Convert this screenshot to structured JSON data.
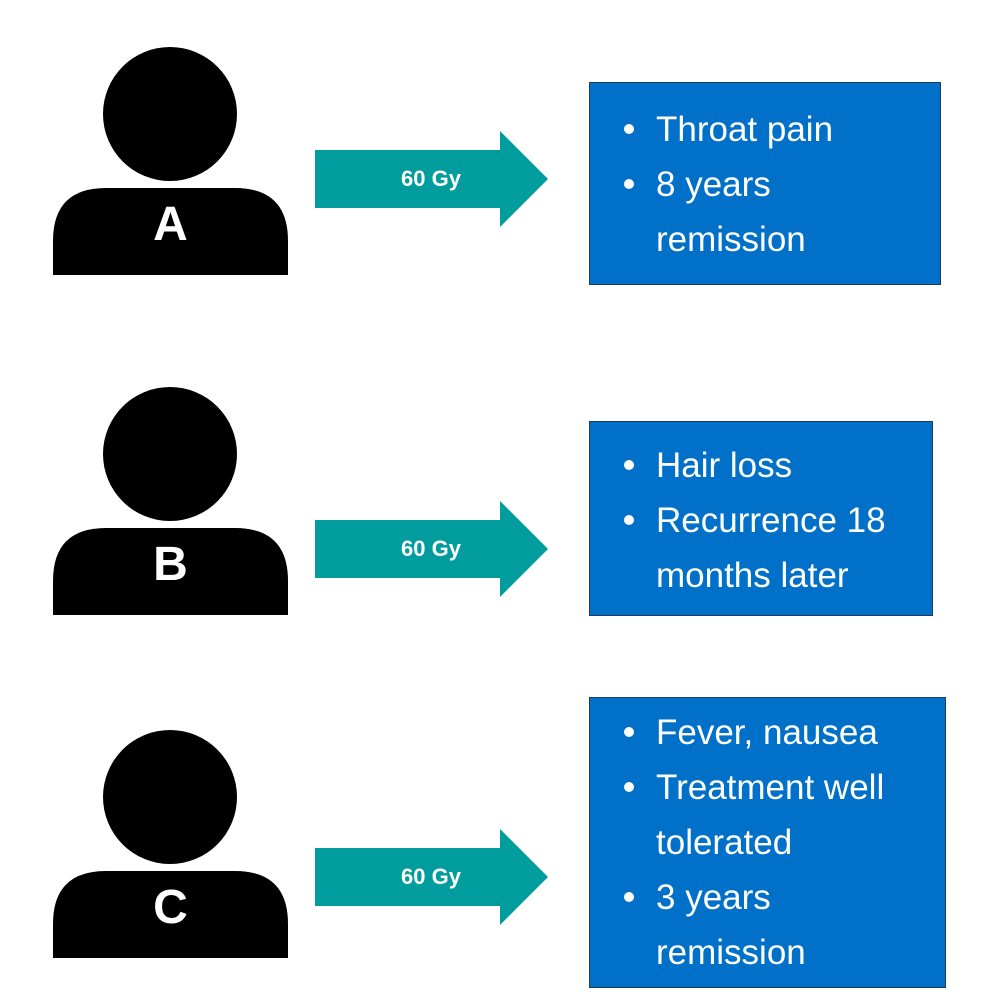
{
  "colors": {
    "person": "#000000",
    "arrow": "#009c9e",
    "box": "#0070c9",
    "text": "#ffffff"
  },
  "patients": [
    {
      "label": "A",
      "dose": "60 Gy",
      "outcomes": [
        "Throat pain",
        "8 years remission"
      ]
    },
    {
      "label": "B",
      "dose": "60 Gy",
      "outcomes": [
        "Hair loss",
        "Recurrence 18 months later"
      ]
    },
    {
      "label": "C",
      "dose": "60 Gy",
      "outcomes": [
        "Fever, nausea",
        "Treatment well tolerated",
        "3 years remission"
      ]
    }
  ]
}
